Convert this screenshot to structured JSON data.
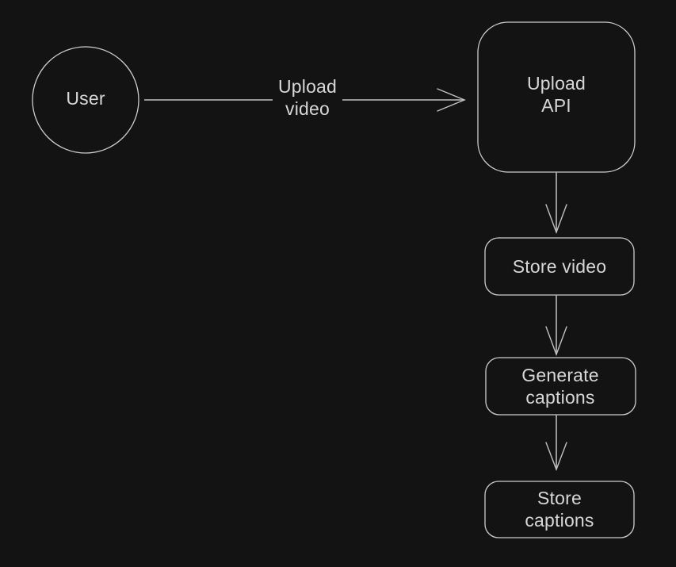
{
  "diagram": {
    "type": "flowchart",
    "direction": "left-to-right then top-down",
    "colors": {
      "background": "#131313",
      "node_border": "#cdcdcd",
      "edge": "#a8a8a8",
      "arrowhead": "#c2c2c2",
      "text": "#d7d7d7"
    },
    "nodes": [
      {
        "id": "user",
        "label": "User",
        "shape": "circle"
      },
      {
        "id": "upload-api",
        "label": "Upload\nAPI",
        "shape": "rounded-square"
      },
      {
        "id": "store-video",
        "label": "Store video",
        "shape": "rounded-rect"
      },
      {
        "id": "generate-captions",
        "label": "Generate\ncaptions",
        "shape": "rounded-rect"
      },
      {
        "id": "store-captions",
        "label": "Store captions",
        "shape": "rounded-rect"
      }
    ],
    "edges": [
      {
        "from": "user",
        "to": "upload-api",
        "label": "Upload\nvideo",
        "arrow": "open-chevron"
      },
      {
        "from": "upload-api",
        "to": "store-video",
        "label": "",
        "arrow": "open-chevron"
      },
      {
        "from": "store-video",
        "to": "generate-captions",
        "label": "",
        "arrow": "open-chevron"
      },
      {
        "from": "generate-captions",
        "to": "store-captions",
        "label": "",
        "arrow": "open-chevron"
      }
    ]
  }
}
